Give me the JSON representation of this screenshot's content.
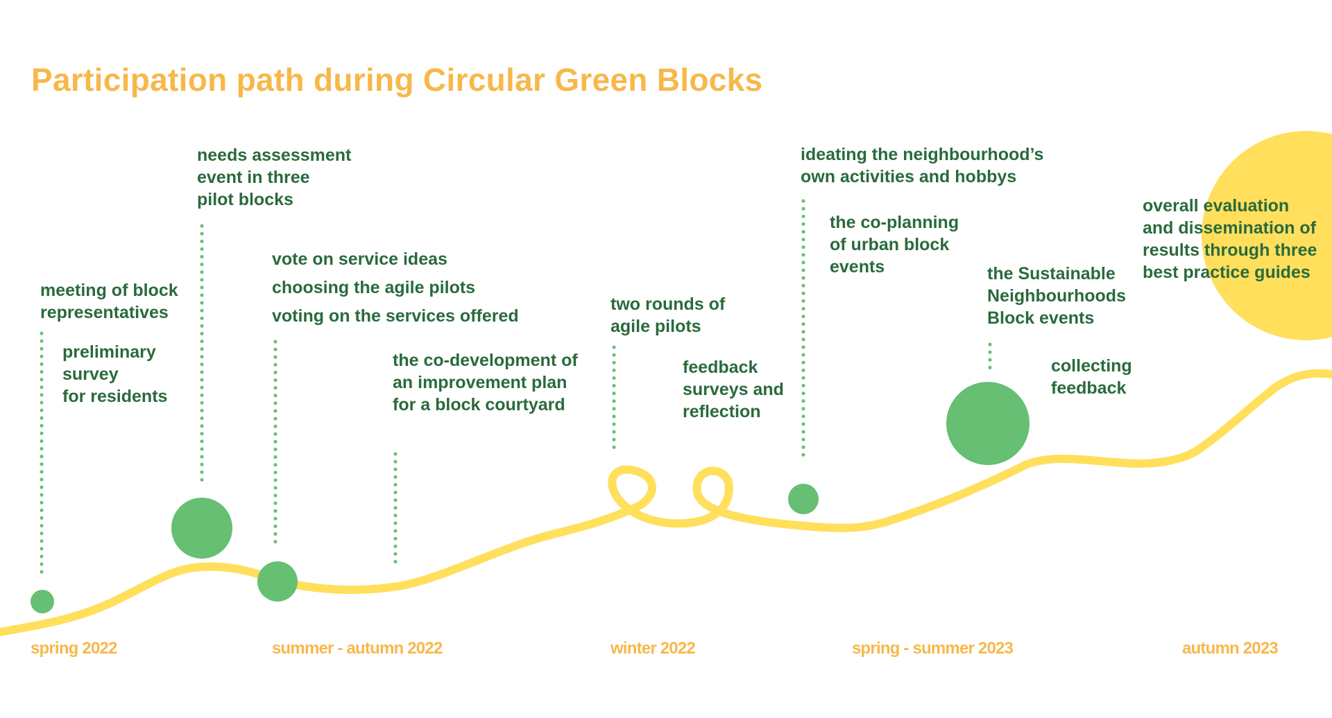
{
  "title": "Participation path during Circular Green Blocks",
  "colors": {
    "title": "#f7b84a",
    "path": "#ffdf5c",
    "sun": "#ffdf5c",
    "node": "#66bf72",
    "dots": "#66bf72",
    "label": "#2a6a3c",
    "season": "#f7b84a"
  },
  "seasons": [
    "spring 2022",
    "summer - autumn  2022",
    "winter 2022",
    "spring - summer  2023",
    "autumn  2023"
  ],
  "labels": {
    "meeting": [
      "meeting of block",
      "representatives"
    ],
    "preliminary": [
      "preliminary",
      "survey",
      "for residents"
    ],
    "needs": [
      "needs assessment",
      "event in three",
      "pilot blocks"
    ],
    "vote": [
      "vote on service ideas"
    ],
    "choosing": [
      "choosing the agile pilots"
    ],
    "voting": [
      "voting on the services offered"
    ],
    "codev": [
      "the co-development of",
      "an improvement plan",
      "for a block courtyard"
    ],
    "tworounds": [
      "two rounds of",
      "agile pilots"
    ],
    "feedbacksurveys": [
      "feedback",
      "surveys and",
      "reflection"
    ],
    "ideating": [
      "ideating the neighbourhood’s",
      "own activities and hobbys"
    ],
    "coplanning": [
      "the co-planning",
      "of urban block",
      "events"
    ],
    "sustainable": [
      "the Sustainable",
      "Neighbourhoods",
      "Block events"
    ],
    "collecting": [
      "collecting",
      "feedback"
    ],
    "overall": [
      "overall evaluation",
      "and dissemination of",
      "results through three",
      "best practice guides"
    ]
  }
}
